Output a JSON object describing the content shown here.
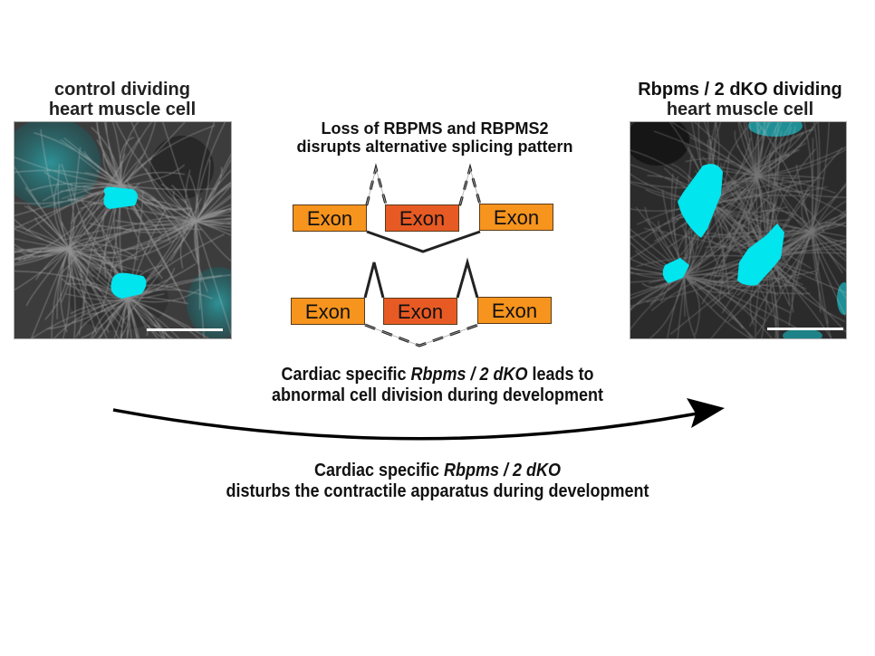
{
  "left_panel": {
    "title_line1": "control dividing",
    "title_line2": "heart muscle cell",
    "condition": "control"
  },
  "right_panel": {
    "title_line1": "Rbpms / 2 dKO dividing",
    "title_line2": "heart muscle cell",
    "condition": "Rbpms / 2 dKO"
  },
  "splicing": {
    "title_line1": "Loss of RBPMS and RBPMS2",
    "title_line2": "disrupts alternative splicing pattern",
    "top_row": [
      {
        "label": "Exon",
        "type": "constitutive"
      },
      {
        "label": "Exon",
        "type": "alternative"
      },
      {
        "label": "Exon",
        "type": "constitutive"
      }
    ],
    "bottom_row": [
      {
        "label": "Exon",
        "type": "constitutive"
      },
      {
        "label": "Exon",
        "type": "alternative"
      },
      {
        "label": "Exon",
        "type": "constitutive"
      }
    ]
  },
  "statement1": {
    "prefix": "Cardiac specific ",
    "italic": "Rbpms / 2 dKO",
    "suffix": " leads to",
    "line2": "abnormal cell division during development"
  },
  "statement2": {
    "prefix": "Cardiac specific ",
    "italic": "Rbpms / 2 dKO",
    "line2": "disturbs the contractile apparatus during development"
  },
  "colors": {
    "constitutive_exon": "#f7941d",
    "alternative_exon": "#e85a24",
    "nucleus_cyan": "#00e5ee",
    "tubulin_gray": "#cfcfcf",
    "line": "#222222"
  }
}
